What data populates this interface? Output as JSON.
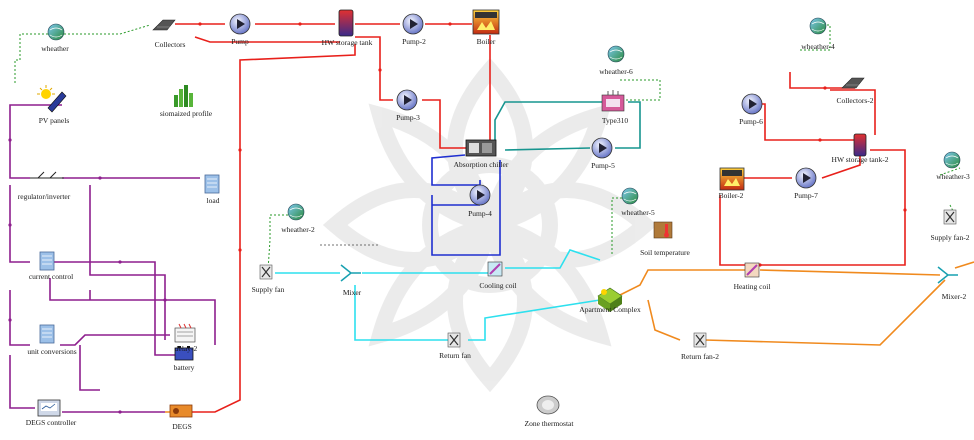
{
  "components": {
    "wheather": "wheather",
    "collectors": "Collectors",
    "pump": "Pump",
    "hw_storage_tank": "HW storage tank",
    "pump_2": "Pump-2",
    "boiler": "Boiler",
    "pv_panels": "PV panels",
    "siomaized_profile": "siomaized profile",
    "pump_3": "Pump-3",
    "wheather_6": "wheather-6",
    "type310": "Type310",
    "wheather_4": "wheather-4",
    "collectors_2": "Collectors-2",
    "pump_6": "Pump-6",
    "absorption_chiller": "Absorption chiller",
    "pump_5": "Pump-5",
    "hw_storage_tank_2": "HW storage tank-2",
    "regulator_inverter": "regulator/inverter",
    "load": "load",
    "pump_4": "Pump-4",
    "boiler_2": "Boiler-2",
    "pump_7": "Pump-7",
    "wheather_3": "wheather-3",
    "wheather_2": "wheather-2",
    "wheather_5": "wheather-5",
    "supply_fan_2": "Supply fan-2",
    "current_control": "current control",
    "soil_temperature": "Soil temperature",
    "supply_fan": "Supply fan",
    "mixer": "Mixer",
    "cooling_coil": "Cooling coil",
    "apartment_complex": "Apartment Complex",
    "heating_coil": "Heating coil",
    "mixer_2": "Mixer-2",
    "delay_2": "delay-2",
    "unit_conversions": "unit conversions",
    "battery": "battery",
    "return_fan": "Return fan",
    "return_fan_2": "Return fan-2",
    "degs_controller": "DEGS controller",
    "degs": "DEGS",
    "zone_thermostat": "Zone thermostat"
  },
  "colors": {
    "hot_water": "#e8201b",
    "chilled_water": "#1f2fd0",
    "condenser_water": "#17958f",
    "cool_air": "#2de0ee",
    "warm_air": "#f08a1e",
    "electric": "#8e1f8e",
    "weather_link": "#2a9a2a",
    "control_link": "#333333"
  }
}
